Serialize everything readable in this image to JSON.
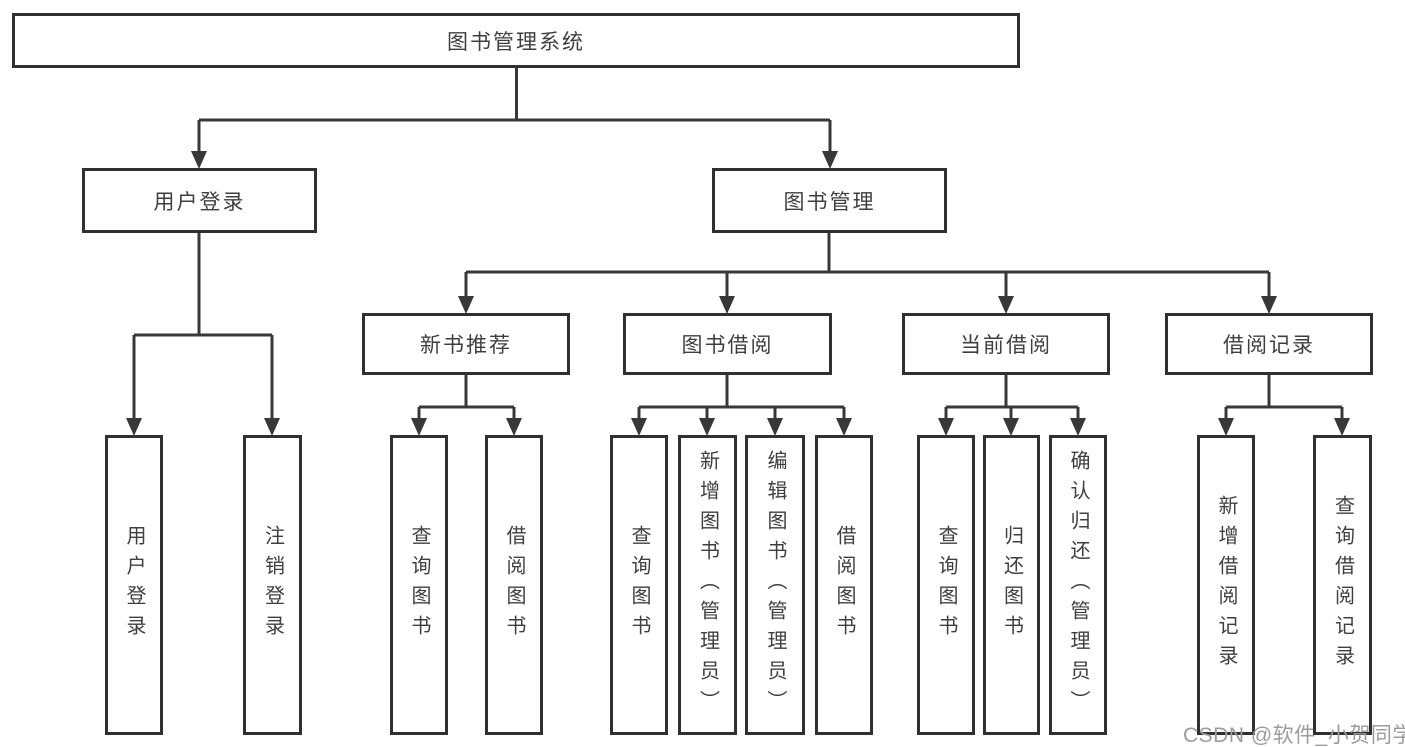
{
  "diagram": {
    "title": "图书管理系统",
    "nodes": {
      "root": {
        "label": "图书管理系统"
      },
      "user_login": {
        "label": "用户登录"
      },
      "book_mgmt": {
        "label": "图书管理"
      },
      "new_book_rec": {
        "label": "新书推荐"
      },
      "book_borrow": {
        "label": "图书借阅"
      },
      "current_borrow": {
        "label": "当前借阅"
      },
      "borrow_records": {
        "label": "借阅记录"
      },
      "login": {
        "label": "用户登录"
      },
      "logout": {
        "label": "注销登录"
      },
      "nb_query": {
        "label": "查询图书"
      },
      "nb_borrow": {
        "label": "借阅图书"
      },
      "bb_query": {
        "label": "查询图书"
      },
      "bb_add": {
        "label": "新增图书（管理员）"
      },
      "bb_edit": {
        "label": "编辑图书（管理员）"
      },
      "bb_borrow": {
        "label": "借阅图书"
      },
      "cb_query": {
        "label": "查询图书"
      },
      "cb_return": {
        "label": "归还图书"
      },
      "cb_confirm": {
        "label": "确认归还（管理员）"
      },
      "br_add": {
        "label": "新增借阅记录"
      },
      "br_query": {
        "label": "查询借阅记录"
      }
    },
    "hierarchy": {
      "图书管理系统": {
        "用户登录": [
          "用户登录",
          "注销登录"
        ],
        "图书管理": {
          "新书推荐": [
            "查询图书",
            "借阅图书"
          ],
          "图书借阅": [
            "查询图书",
            "新增图书（管理员）",
            "编辑图书（管理员）",
            "借阅图书"
          ],
          "当前借阅": [
            "查询图书",
            "归还图书",
            "确认归还（管理员）"
          ],
          "借阅记录": [
            "新增借阅记录",
            "查询借阅记录"
          ]
        }
      }
    },
    "watermark": {
      "text": "CSDN @软件_小贺同学"
    }
  },
  "colors": {
    "line": "#383838",
    "border": "#303030",
    "text": "#3f3f3f",
    "watermark": "#9c9c9c",
    "bg": "#ffffff"
  }
}
